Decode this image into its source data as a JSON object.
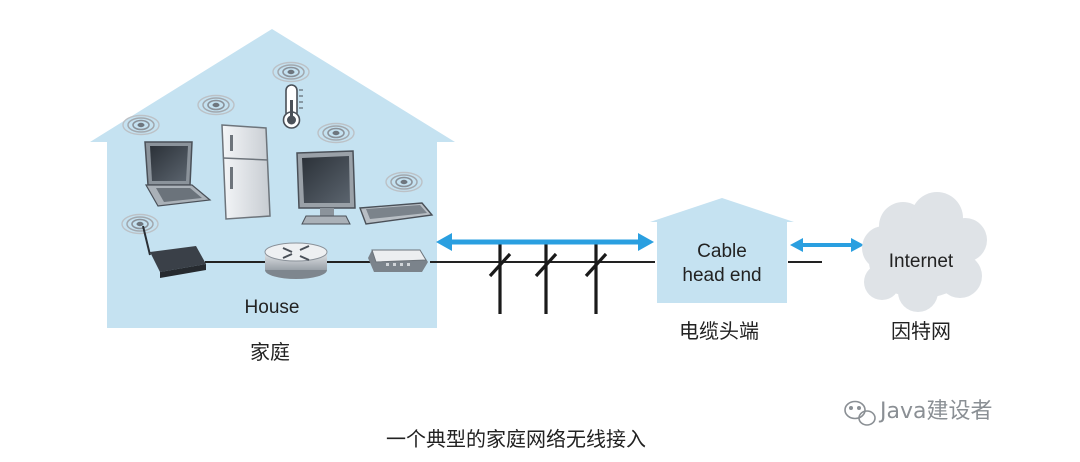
{
  "diagram": {
    "house_label": "House",
    "house_caption": "家庭",
    "headend_line1": "Cable",
    "headend_line2": "head end",
    "headend_caption": "电缆头端",
    "internet_label": "Internet",
    "internet_caption": "因特网",
    "figure_caption": "一个典型的家庭网络无线接入",
    "watermark": "Java建设者",
    "colors": {
      "house_fill": "#c5e2f1",
      "cloud_fill": "#dfe3e7",
      "arrow": "#2a9fe0",
      "line": "#222222",
      "device_dark": "#3a4048"
    },
    "icons": [
      "laptop-icon",
      "refrigerator-icon",
      "thermometer-icon",
      "monitor-icon",
      "keyboard-icon",
      "modem-icon",
      "router-icon",
      "access-point-icon",
      "wireless-signal-icon",
      "utility-pole-icon",
      "cloud-icon",
      "wechat-icon"
    ]
  }
}
